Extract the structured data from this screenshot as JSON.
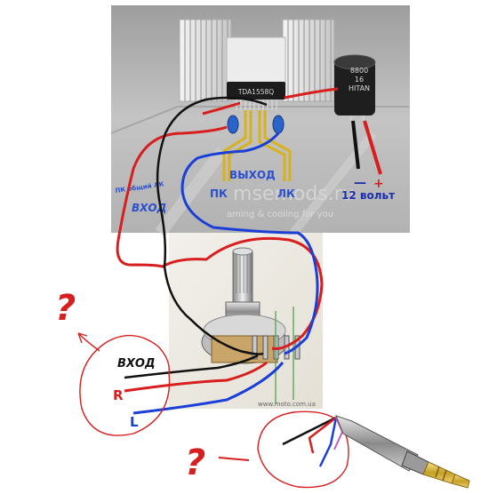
{
  "chip": {
    "label": "TDA1558Q"
  },
  "capacitor": {
    "label_lines": [
      "8800",
      "16",
      "HITAN"
    ]
  },
  "labels": {
    "output": "ВЫХОД",
    "left_out_1": "ПК",
    "left_out_2": "ЛК",
    "input_pins": "ПК общий ЛК",
    "input": "ВХОД",
    "power": "12 вольт",
    "minus": "—",
    "plus": "+"
  },
  "watermark": {
    "main": "msemods.ru",
    "sub": "aming & cooling for you"
  },
  "pot_photo": {
    "caption": "www.moto.com.ua"
  },
  "annotations": {
    "question_1": "?",
    "question_2": "?",
    "input_hand": "ВХОД",
    "r": "R",
    "l": "L"
  },
  "colors": {
    "red_wire": "#d81e1e",
    "blue_wire": "#1a3fd8",
    "black_wire": "#111111",
    "yellow_wire": "#d8b21a",
    "photo_bg": "#b9b9b9",
    "heatsink": "#e6e6e6"
  }
}
